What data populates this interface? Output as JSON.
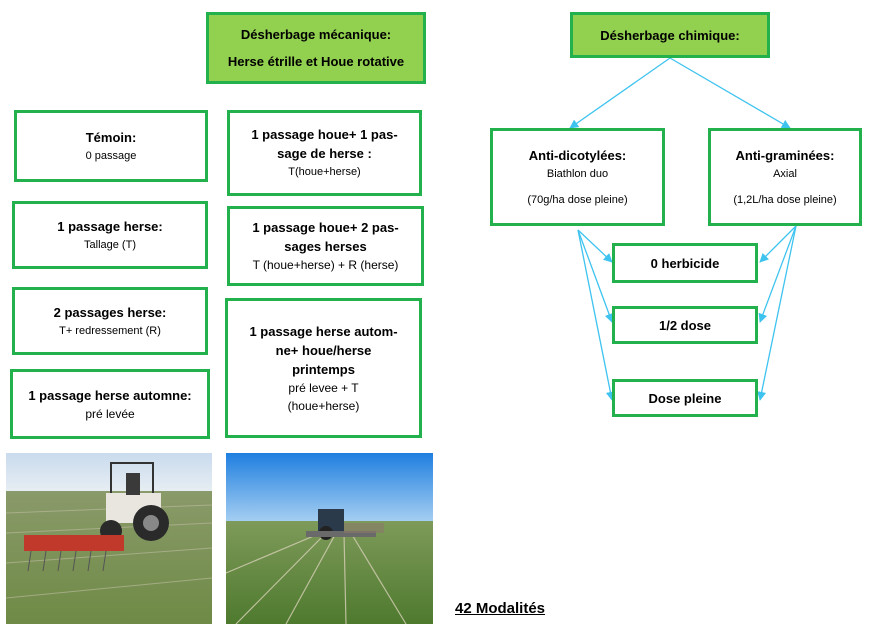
{
  "mechanical": {
    "header_line1": "Désherbage mécanique:",
    "header_line2": "Herse étrille et Houe rotative",
    "left_column": [
      {
        "title": "Témoin:",
        "detail": "0 passage"
      },
      {
        "title": "1 passage herse:",
        "detail": "Tallage (T)"
      },
      {
        "title": "2 passages herse:",
        "detail": "T+ redressement (R)"
      },
      {
        "title": "1 passage herse automne:",
        "detail": "pré levée"
      }
    ],
    "right_column": [
      {
        "lines": [
          "1 passage houe+ 1 pas-",
          "sage de herse :"
        ],
        "detail": "T(houe+herse)"
      },
      {
        "lines": [
          "1 passage houe+ 2 pas-",
          "sages herses"
        ],
        "detail": "T (houe+herse) + R (herse)"
      },
      {
        "lines": [
          "1 passage herse autom-",
          "ne+ houe/herse",
          "printemps"
        ],
        "detail_lines": [
          "pré levee + T",
          "(houe+herse)"
        ]
      }
    ]
  },
  "chemical": {
    "header": "Désherbage chimique:",
    "anti_dicot": {
      "title": "Anti-dicotylées:",
      "product": "Biathlon duo",
      "dose": "(70g/ha dose pleine)"
    },
    "anti_gram": {
      "title": "Anti-graminées:",
      "product": "Axial",
      "dose": "(1,2L/ha dose pleine)"
    },
    "doses": [
      "0 herbicide",
      "1/2 dose",
      "Dose pleine"
    ]
  },
  "photos": [
    {
      "icon": "tractor-harrow-photo"
    },
    {
      "icon": "tractor-hoe-photo"
    }
  ],
  "footer": "42 Modalités",
  "colors": {
    "border": "#22b14c",
    "header_fill": "#92d050",
    "arrow": "#3ec3ef"
  }
}
